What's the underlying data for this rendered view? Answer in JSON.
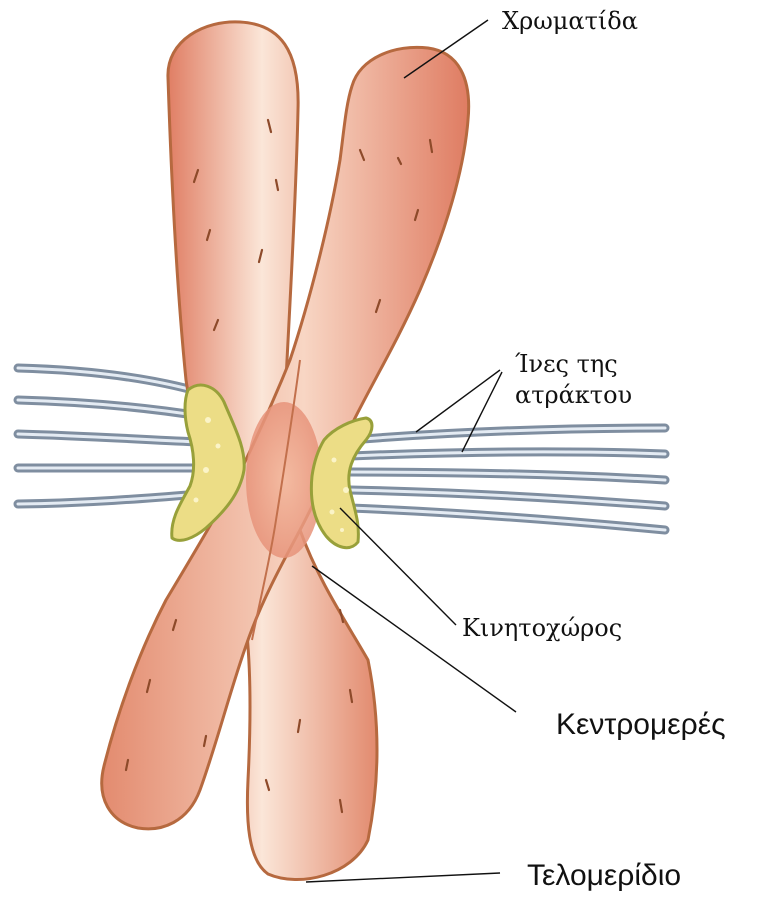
{
  "labels": {
    "chromatid": "Χρωματίδα",
    "spindle_fibers_line1": "Ίνες της",
    "spindle_fibers_line2": "ατράκτου",
    "kinetochore": "Κινητοχώρος",
    "centromere": "Κεντρομερές",
    "telomere": "Τελομερίδιο"
  },
  "colors": {
    "chromatid_fill": "#e6957b",
    "chromatid_highlight": "#fbe8dc",
    "chromatid_outline": "#b6693f",
    "kinetochore_fill": "#ecdd86",
    "spindle_fiber": "#7f8ea0"
  }
}
